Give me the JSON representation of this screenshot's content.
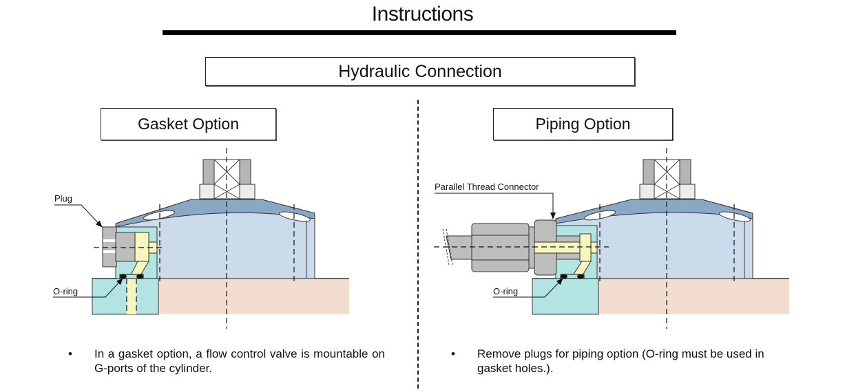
{
  "page": {
    "title": "Instructions",
    "section_title": "Hydraulic Connection"
  },
  "panels": {
    "gasket": {
      "heading": "Gasket Option",
      "labels": {
        "plug": "Plug",
        "oring": "O-ring"
      },
      "bullet": "In a gasket option, a flow control valve is mountable on G-ports of the cylinder."
    },
    "piping": {
      "heading": "Piping Option",
      "labels": {
        "connector": "Parallel Thread Connector",
        "oring": "O-ring"
      },
      "bullet": "Remove plugs for piping option (O-ring must be used in gasket holes.)."
    }
  },
  "bullet_glyph": "•",
  "colors": {
    "cylinder_body": "#ccdbeb",
    "cylinder_top": "#8aa8c6",
    "base": "#f2ddd0",
    "manifold": "#b3e4e4",
    "passage": "#f6f6bf",
    "metal": "#bdbdbd",
    "nut_light": "#ececec"
  }
}
